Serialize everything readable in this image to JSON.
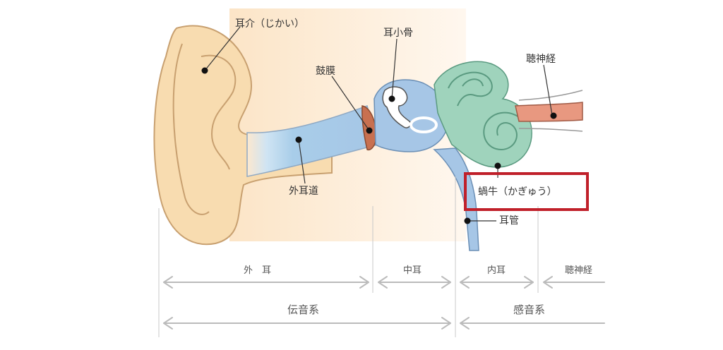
{
  "labels": {
    "pinna": "耳介（じかい）",
    "ossicles": "耳小骨",
    "eardrum": "鼓膜",
    "auditory_nerve": "聴神経",
    "ear_canal": "外耳道",
    "cochlea": "蝸牛（かぎゅう）",
    "eustachian_tube": "耳管"
  },
  "sections": {
    "outer_ear": "外　耳",
    "middle_ear": "中耳",
    "inner_ear": "内耳",
    "nerve": "聴神経"
  },
  "systems": {
    "conductive": "伝音系",
    "sensorineural": "感音系"
  },
  "colors": {
    "skin": "#f8dcb0",
    "canal_blue": "#a8c8e8",
    "cochlea_green": "#9fd3bc",
    "nerve_red": "#e89880",
    "highlight": "#c0202a"
  }
}
